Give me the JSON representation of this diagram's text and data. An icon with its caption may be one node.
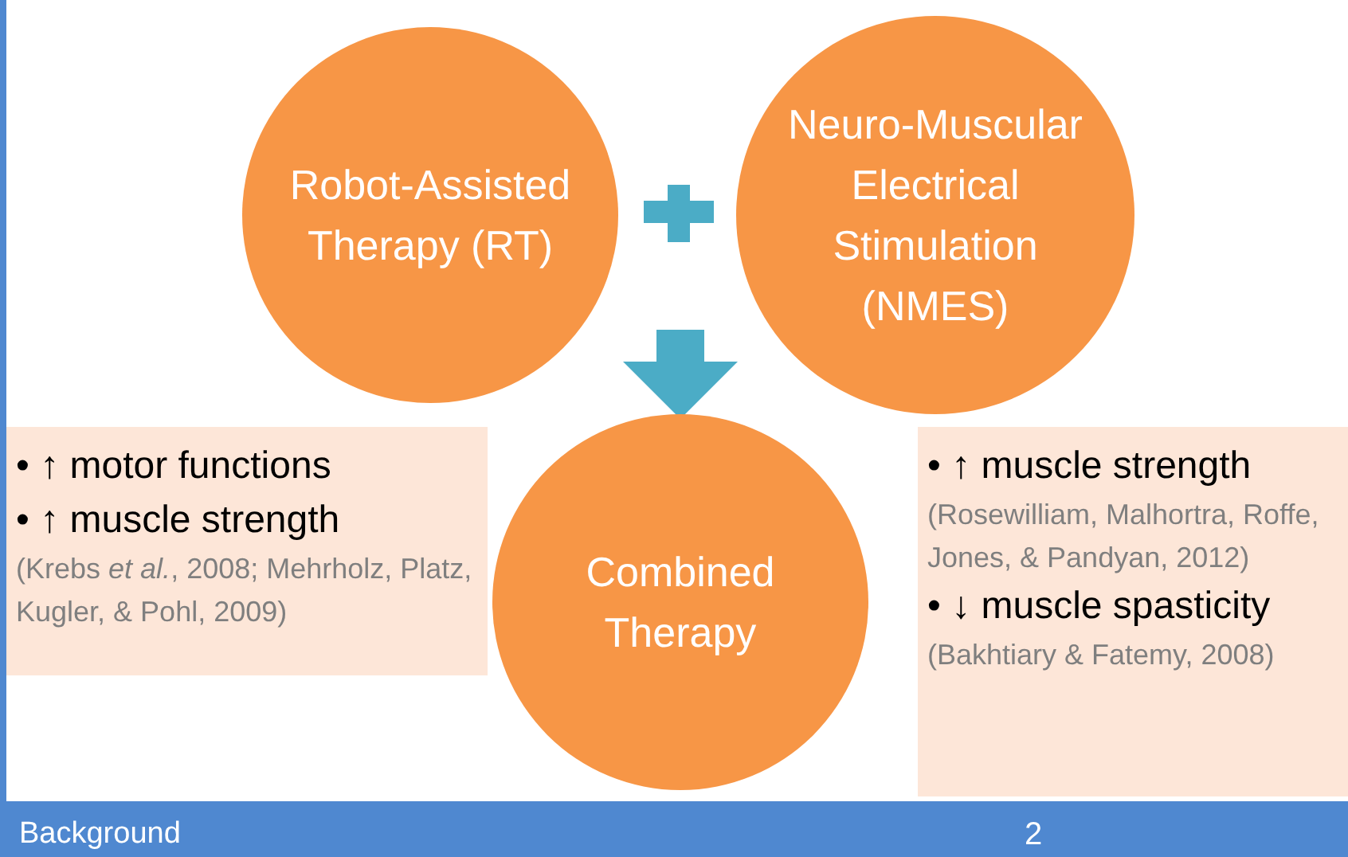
{
  "diagram": {
    "nodes": [
      {
        "text": [
          "Robot-Assisted Therapy (RT)"
        ]
      },
      {
        "text": [
          "Neuro-Muscular Electrical Stimulation (NMES)"
        ]
      },
      {
        "text": [
          "Combined Therapy"
        ]
      },
      {
        "text": [
          "• ↑ motor functions",
          "• ↑ muscle strength",
          "(Krebs *et al.*, 2008; Mehrholz, Platz, Kugler, & Pohl, 2009)"
        ]
      },
      {
        "text": [
          "• ↑ muscle strength",
          "(Rosewilliam, Malhortra, Roffe, Jones, & Pandyan, 2012)",
          "• ↓ muscle spasticity",
          "(Bakhtiary & Fatemy, 2008)"
        ]
      }
    ],
    "edges": [
      {
        "from": null,
        "to": 2,
        "arrow": "to"
      }
    ],
    "labels": [
      "Background",
      "2"
    ]
  }
}
